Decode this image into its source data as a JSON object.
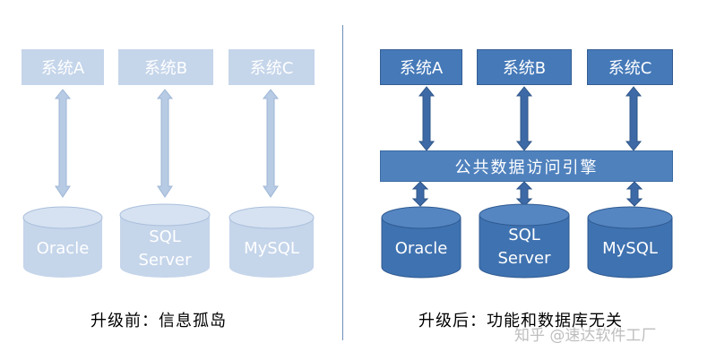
{
  "before": {
    "systems": [
      "系统A",
      "系统B",
      "系统C"
    ],
    "databases": [
      [
        "Oracle"
      ],
      [
        "SQL",
        "Server"
      ],
      [
        "MySQL"
      ]
    ],
    "caption": "升级前：信息孤岛"
  },
  "after": {
    "systems": [
      "系统A",
      "系统B",
      "系统C"
    ],
    "engine": "公共数据访问引擎",
    "databases": [
      [
        "Oracle"
      ],
      [
        "SQL",
        "Server"
      ],
      [
        "MySQL"
      ]
    ],
    "caption": "升级后：功能和数据库无关"
  },
  "watermark": "知乎 @速达软件工厂",
  "colors": {
    "light_fill": "#c5d5ea",
    "light_arrow": "#b7cbe4",
    "dark_fill": "#4579b8",
    "dark_arrow": "#3d6aa6"
  }
}
